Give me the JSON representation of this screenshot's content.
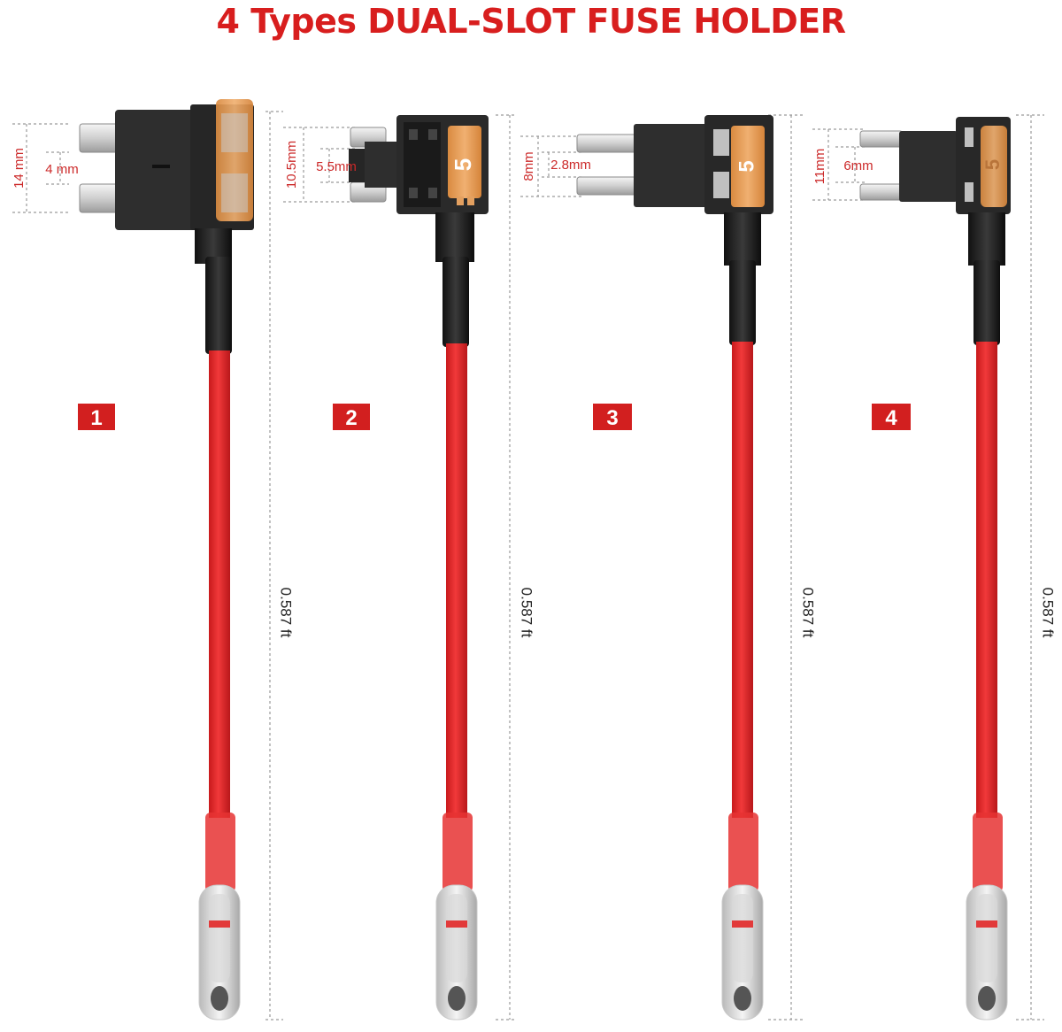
{
  "title": "4 Types DUAL-SLOT FUSE HOLDER",
  "colors": {
    "title": "#d81e1e",
    "badge": "#d21f1f",
    "wire": "#e8282a",
    "holder": "#2e2e2e",
    "fuse": "#e9a25e",
    "dim_text": "#cc2a2a"
  },
  "holders": [
    {
      "number": "1",
      "height_label": "14 mm",
      "gap_label": "4 mm",
      "length_label": "0.587 ft",
      "fuse_label": ""
    },
    {
      "number": "2",
      "height_label": "10.5mm",
      "gap_label": "5.5mm",
      "length_label": "0.587 ft",
      "fuse_label": "5"
    },
    {
      "number": "3",
      "height_label": "8mm",
      "gap_label": "2.8mm",
      "length_label": "0.587 ft",
      "fuse_label": "5"
    },
    {
      "number": "4",
      "height_label": "11mm",
      "gap_label": "6mm",
      "length_label": "0.587 ft",
      "fuse_label": "5"
    }
  ]
}
